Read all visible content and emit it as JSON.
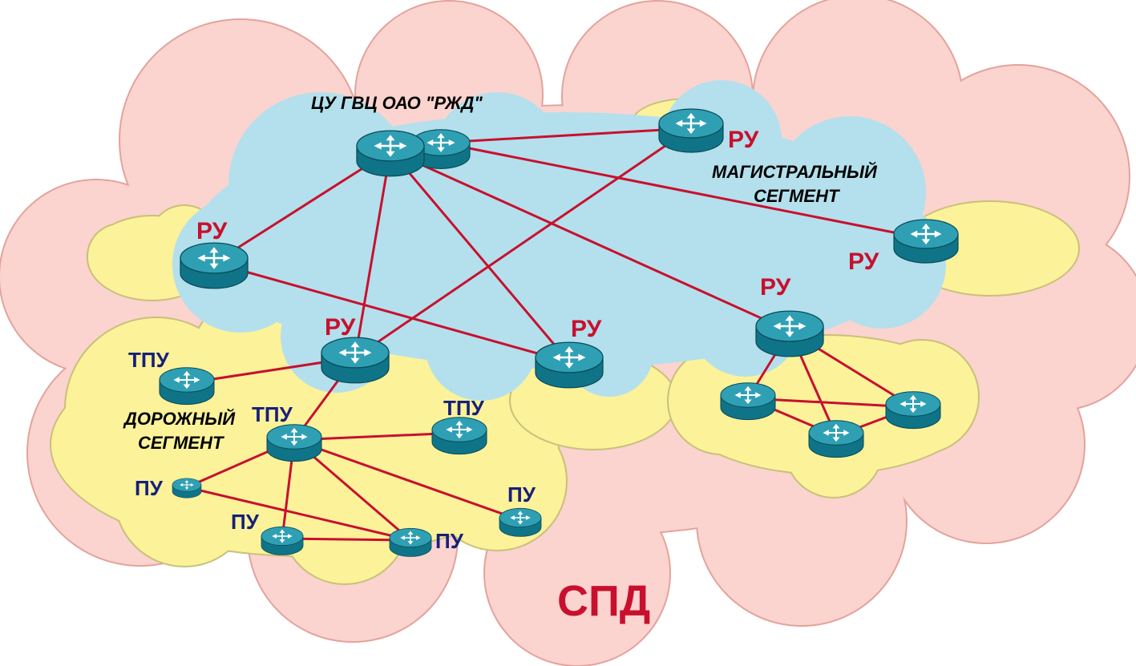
{
  "labels": {
    "center": "ЦУ ГВЦ ОАО \"РЖД\"",
    "backbone_line1": "МАГИСТРАЛЬНЫЙ",
    "backbone_line2": "СЕГМЕНТ",
    "road_line1": "ДОРОЖНЫЙ",
    "road_line2": "СЕГМЕНТ",
    "spd": "СПД",
    "ru": "РУ",
    "tpu": "ТПУ",
    "pu": "ПУ"
  },
  "colors": {
    "outer_cloud": "#fbd3cf",
    "outer_cloud_edge": "#e3a39c",
    "backbone_cloud": "#b3e0ec",
    "regional_cloud": "#fbf29a",
    "regional_cloud_edge": "#c9c07a",
    "link": "#c8102e",
    "router_top": "#2fa0b4",
    "router_side": "#0f7487",
    "router_edge": "#0a4b58",
    "label_red": "#c8102e",
    "label_blue": "#16207a"
  },
  "icons": {
    "router": "router-icon"
  }
}
